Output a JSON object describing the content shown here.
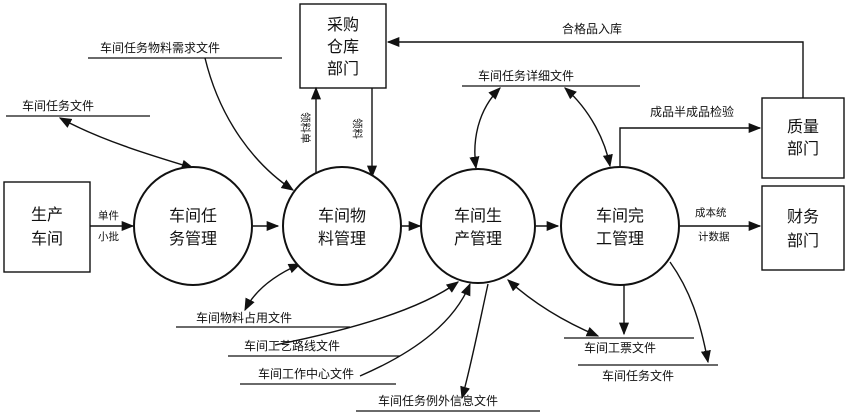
{
  "entities": {
    "workshop": [
      "生产",
      "车间"
    ],
    "purchasing": [
      "采购",
      "仓库",
      "部门"
    ],
    "quality": [
      "质量",
      "部门"
    ],
    "finance": [
      "财务",
      "部门"
    ]
  },
  "processes": {
    "task_mgmt": [
      "车间任",
      "务管理"
    ],
    "material_mgmt": [
      "车间物",
      "料管理"
    ],
    "production_mgmt": [
      "车间生",
      "产管理"
    ],
    "completion_mgmt": [
      "车间完",
      "工管理"
    ]
  },
  "stores": {
    "material_req": "车间任务物料需求文件",
    "task_file_top": "车间任务文件",
    "task_detail": "车间任务详细文件",
    "material_use": "车间物料占用文件",
    "process_route": "车间工艺路线文件",
    "work_center": "车间工作中心文件",
    "exception": "车间任务例外信息文件",
    "work_ticket": "车间工票文件",
    "task_file_bottom": "车间任务文件"
  },
  "flows": {
    "qualified_in": "合格品入库",
    "inspection": "成品半成品检验",
    "single_batch": [
      "单件",
      "小批"
    ],
    "cost_stats": [
      "成本统",
      "计数据"
    ],
    "pick_list": "领料单",
    "picking": "领料"
  }
}
